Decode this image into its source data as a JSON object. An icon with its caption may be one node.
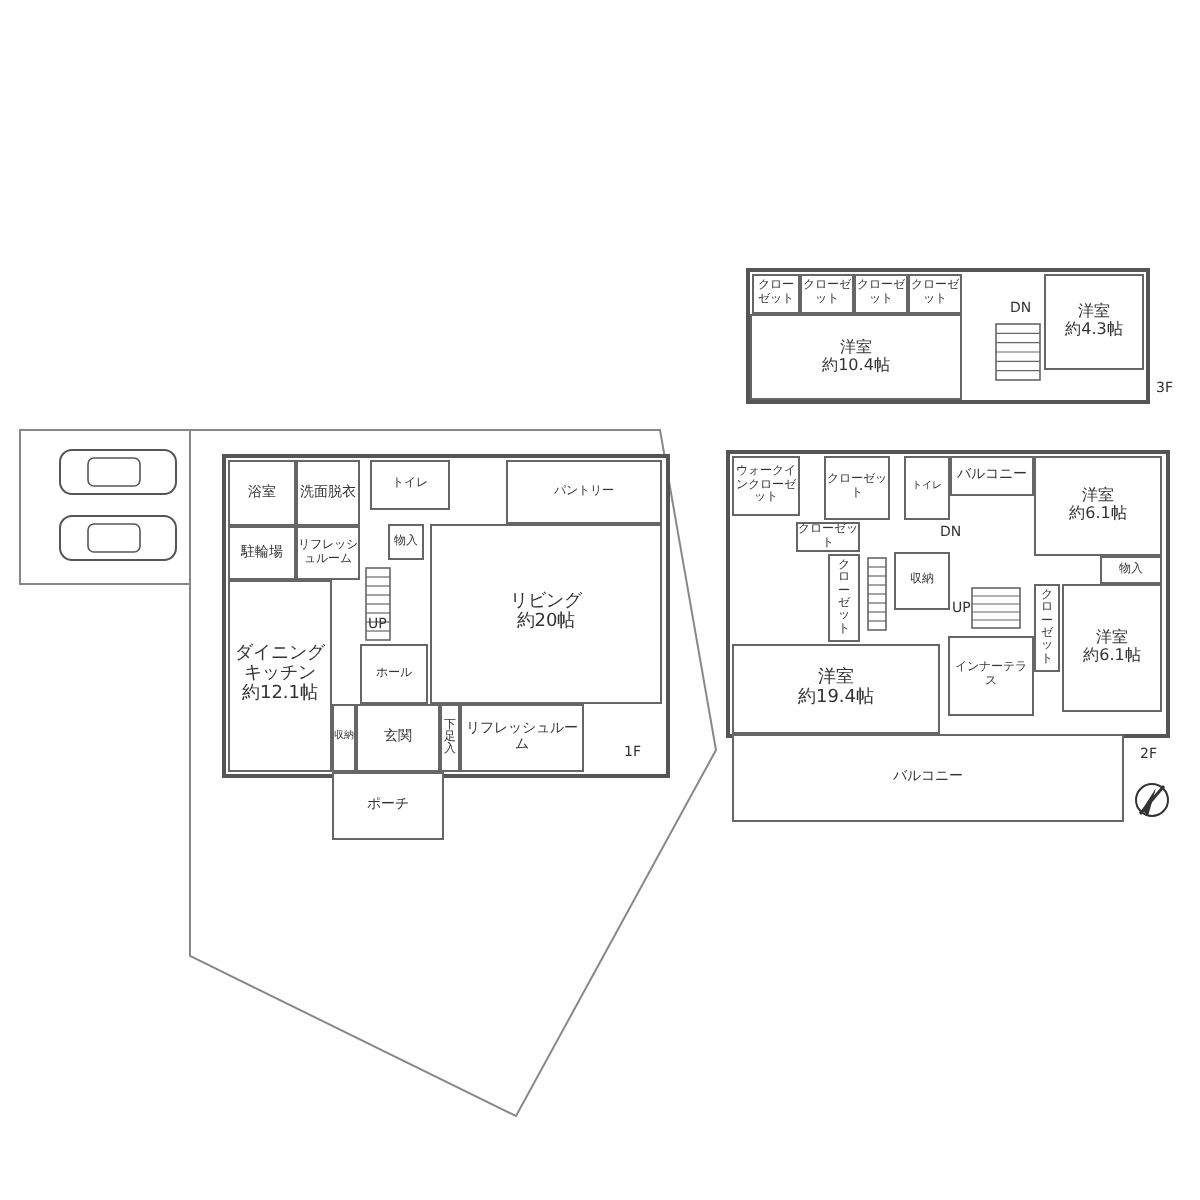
{
  "diagram": {
    "nodes": [
      {
        "text": [
          "クローゼット"
        ]
      },
      {
        "text": [
          "クローゼット"
        ]
      },
      {
        "text": [
          "クローゼット"
        ]
      },
      {
        "text": [
          "クローゼット"
        ]
      },
      {
        "text": [
          "洋室",
          "約10.4帖"
        ]
      },
      {
        "text": [
          "洋室",
          "約4.3帖"
        ]
      },
      {
        "text": [
          "浴室"
        ]
      },
      {
        "text": [
          "洗面脱衣"
        ]
      },
      {
        "text": [
          "トイレ"
        ]
      },
      {
        "text": [
          "パントリー"
        ]
      },
      {
        "text": [
          "駐輪場"
        ]
      },
      {
        "text": [
          "リフレッシュルーム"
        ]
      },
      {
        "text": [
          "物入"
        ]
      },
      {
        "text": [
          "ダイニングキッチン",
          "約12.1帖"
        ]
      },
      {
        "text": [
          "ホール"
        ]
      },
      {
        "text": [
          "リビング",
          "約20帖"
        ]
      },
      {
        "text": [
          "収納"
        ]
      },
      {
        "text": [
          "玄関"
        ]
      },
      {
        "text": [
          "下足入"
        ]
      },
      {
        "text": [
          "リフレッシュルーム"
        ]
      },
      {
        "text": [
          "ポーチ"
        ]
      },
      {
        "text": [
          "ウォークインクローゼット"
        ]
      },
      {
        "text": [
          "クローゼット"
        ]
      },
      {
        "text": [
          "トイレ"
        ]
      },
      {
        "text": [
          "バルコニー"
        ]
      },
      {
        "text": [
          "洋室",
          "約6.1帖"
        ]
      },
      {
        "text": [
          "クローゼット"
        ]
      },
      {
        "text": [
          "クローゼット"
        ]
      },
      {
        "text": [
          "収納"
        ]
      },
      {
        "text": [
          "物入"
        ]
      },
      {
        "text": [
          "クローゼット"
        ]
      },
      {
        "text": [
          "洋室",
          "約19.4帖"
        ]
      },
      {
        "text": [
          "インナーテラス"
        ]
      },
      {
        "text": [
          "洋室",
          "約6.1帖"
        ]
      },
      {
        "text": [
          "バルコニー"
        ]
      }
    ],
    "labels": [
      "DN",
      "3F",
      "UP",
      "DN",
      "UP",
      "1F",
      "2F"
    ]
  }
}
